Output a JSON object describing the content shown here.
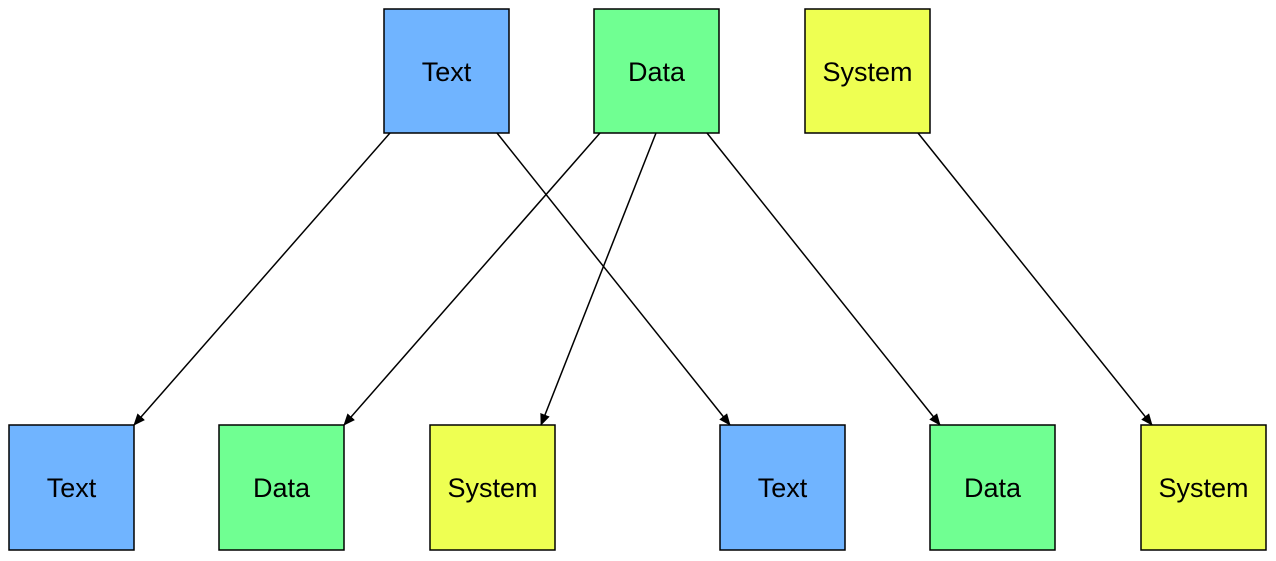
{
  "colors": {
    "text": "#70b4ff",
    "data": "#70ff92",
    "system": "#eeff52",
    "stroke": "#000000"
  },
  "nodes": {
    "top": [
      {
        "id": "t1",
        "label": "Text",
        "kind": "text"
      },
      {
        "id": "t2",
        "label": "Data",
        "kind": "data"
      },
      {
        "id": "t3",
        "label": "System",
        "kind": "system"
      }
    ],
    "bottom": [
      {
        "id": "b1",
        "label": "Text",
        "kind": "text"
      },
      {
        "id": "b2",
        "label": "Data",
        "kind": "data"
      },
      {
        "id": "b3",
        "label": "System",
        "kind": "system"
      },
      {
        "id": "b4",
        "label": "Text",
        "kind": "text"
      },
      {
        "id": "b5",
        "label": "Data",
        "kind": "data"
      },
      {
        "id": "b6",
        "label": "System",
        "kind": "system"
      }
    ]
  },
  "edges": [
    {
      "from": "t1",
      "to": "b1"
    },
    {
      "from": "t1",
      "to": "b4"
    },
    {
      "from": "t2",
      "to": "b2"
    },
    {
      "from": "t2",
      "to": "b3"
    },
    {
      "from": "t2",
      "to": "b5"
    },
    {
      "from": "t3",
      "to": "b6"
    }
  ]
}
